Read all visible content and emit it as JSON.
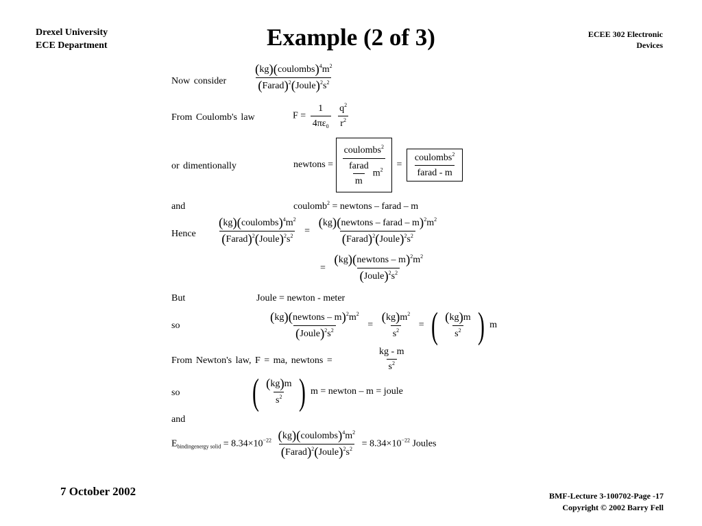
{
  "header": {
    "left_line1": "Drexel University",
    "left_line2": "ECE Department",
    "title": "Example (2 of 3)",
    "right_line1": "ECEE 302 Electronic",
    "right_line2": "Devices"
  },
  "footer": {
    "date": "7 October 2002",
    "page": "BMF-Lecture 3-100702-Page -17",
    "copyright": "Copyright © 2002 Barry Fell"
  },
  "labels": {
    "now_consider": "Now consider",
    "from_coulomb": "From Coulomb's law",
    "or_dimentionally": "or dimentionally",
    "and1": "and",
    "hence": "Hence",
    "but": "But",
    "so1": "so",
    "from_newton": "From Newton's law, F = ma, newtons =",
    "so2": "so",
    "and2": "and"
  },
  "terms": {
    "kg": "kg",
    "coulombs": "coulombs",
    "farad": "Farad",
    "joule": "Joule",
    "m": "m",
    "s": "s",
    "F_eq": "F =",
    "one": "1",
    "four_pi_eps": "4πε",
    "eps_sub": "0",
    "q": "q",
    "r": "r",
    "newtons_eq": "newtons =",
    "coulombs_lc": "coulombs",
    "farad_lc": "farad",
    "farad_m": "farad - m",
    "coulomb": "coulomb",
    "coulomb_eq_rhs": "= newtons – farad – m",
    "newtons_farad_m": "newtons – farad – m",
    "newtons_m": "newtons – m",
    "joule_eq": "Joule = newton - meter",
    "kg_m": "kg - m",
    "m_eq_joule": "m = newton – m = joule",
    "E": "E",
    "E_sub": "bindingenergy solid",
    "val": "= 8.34×10",
    "exp": "−22",
    "val2": "= 8.34×10",
    "joules": "Joules",
    "eq": "="
  },
  "powers": {
    "four": "4",
    "two": "2"
  }
}
